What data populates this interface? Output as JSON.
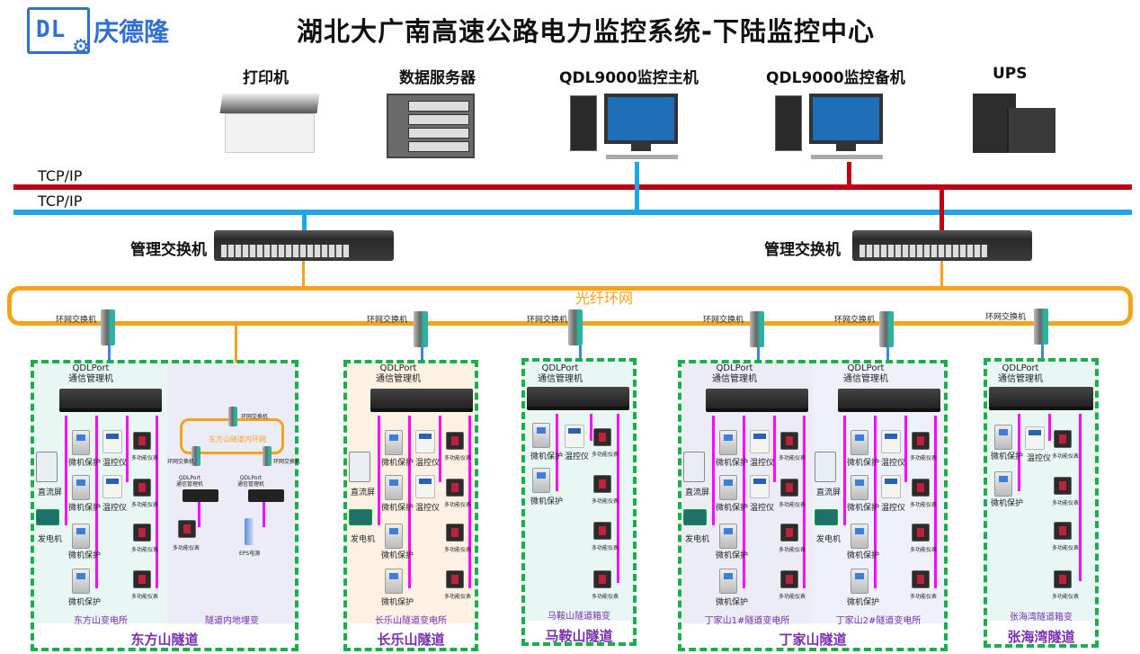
{
  "header": {
    "logo_mark": "DL",
    "logo_icon": "gear-icon",
    "company": "庆德隆",
    "title": "湖北大广南高速公路电力监控系统-下陆监控中心"
  },
  "top_devices": [
    {
      "label": "打印机",
      "icon": "printer-icon"
    },
    {
      "label": "数据服务器",
      "icon": "server-icon"
    },
    {
      "label": "QDL9000监控主机",
      "icon": "workstation-icon"
    },
    {
      "label": "QDL9000监控备机",
      "icon": "workstation-icon"
    },
    {
      "label": "UPS",
      "icon": "ups-icon"
    }
  ],
  "networks": {
    "red_bus": "TCP/IP",
    "blue_bus": "TCP/IP",
    "ring": "光纤环网",
    "colors": {
      "red": "#c00010",
      "blue": "#1ca8e8",
      "orange": "#f7a21b",
      "magenta": "#ff00ff",
      "zone_border": "#18b04a",
      "zone_title": "#7a2fb0"
    }
  },
  "mgmt_switches": [
    {
      "label": "管理交换机"
    },
    {
      "label": "管理交换机"
    }
  ],
  "ring_switch_label": "环网交换机",
  "qdl_label_1": "QDLPort",
  "qdl_label_2": "通信管理机",
  "device_labels": {
    "protection": "微机保护",
    "temp": "温控仪",
    "meter": "多功能仪表",
    "dc": "直流屏",
    "generator": "发电机",
    "eps": "EPS电源"
  },
  "zones": [
    {
      "title": "东方山隧道",
      "subs": [
        "东方山变电所",
        "隧道内地埋变"
      ],
      "inner_ring": "东方山隧道内环网"
    },
    {
      "title": "长乐山隧道",
      "subs": [
        "长乐山隧道变电所"
      ]
    },
    {
      "title": "马鞍山隧道",
      "subs": [
        "马鞍山隧道箱变"
      ]
    },
    {
      "title": "丁家山隧道",
      "subs": [
        "丁家山1#隧道变电所",
        "丁家山2#隧道变电所"
      ]
    },
    {
      "title": "张海湾隧道",
      "subs": [
        "张海湾隧道箱变"
      ]
    }
  ]
}
